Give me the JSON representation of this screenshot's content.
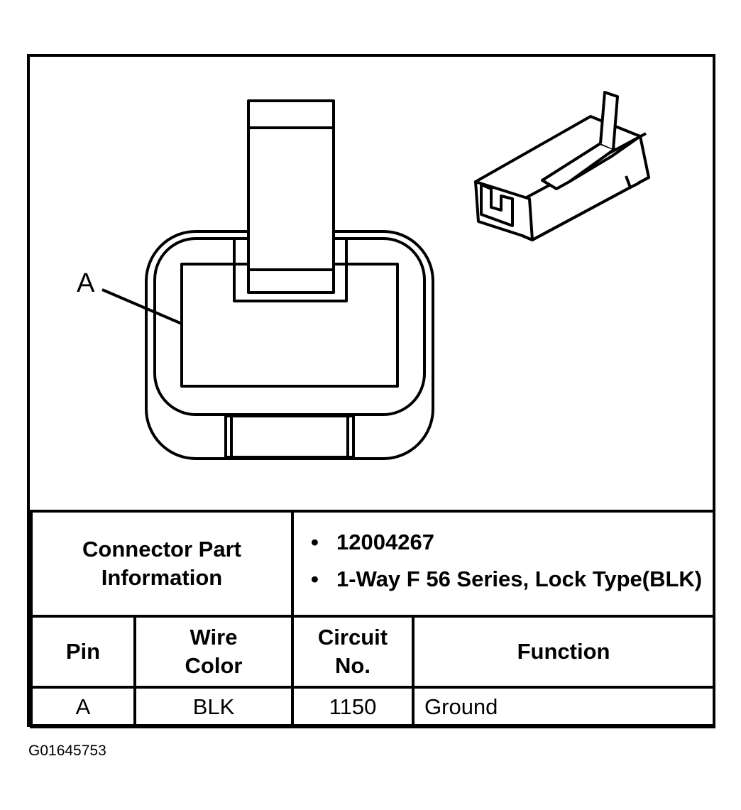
{
  "diagram": {
    "callout_label": "A"
  },
  "connector_info": {
    "label": "Connector Part Information",
    "part_number": "12004267",
    "description": "1-Way F 56 Series, Lock Type(BLK)"
  },
  "pin_table": {
    "headers": {
      "pin": "Pin",
      "wire_color": "Wire Color",
      "circuit": "Circuit No.",
      "function": "Function"
    },
    "rows": [
      {
        "pin": "A",
        "wire_color": "BLK",
        "circuit": "1150",
        "function": "Ground"
      }
    ]
  },
  "figure_id": "G01645753"
}
